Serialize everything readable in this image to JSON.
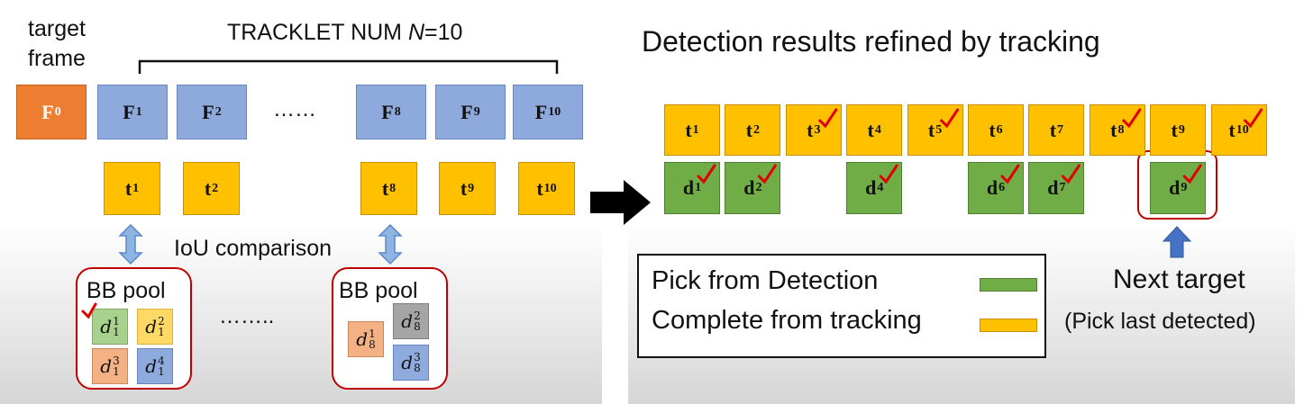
{
  "left": {
    "target_label_line1": "target",
    "target_label_line2": "frame",
    "tracklet_label_prefix": "TRACKLET NUM ",
    "tracklet_label_var": "N",
    "tracklet_label_value": "=10",
    "frames": [
      {
        "main": "F",
        "sub": "1"
      },
      {
        "main": "F",
        "sub": "2"
      },
      {
        "main": "F",
        "sub": "8"
      },
      {
        "main": "F",
        "sub": "9"
      },
      {
        "main": "F",
        "sub": "10"
      }
    ],
    "target_frame": {
      "main": "F",
      "sub": "0"
    },
    "frame_ellipsis": "……",
    "tracklets": [
      {
        "main": "t",
        "sub": "1"
      },
      {
        "main": "t",
        "sub": "2"
      },
      {
        "main": "t",
        "sub": "8"
      },
      {
        "main": "t",
        "sub": "9"
      },
      {
        "main": "t",
        "sub": "10"
      }
    ],
    "iou_label": "IoU comparison",
    "pool_ellipsis": "……..",
    "pool1": {
      "title": "BB pool",
      "items": [
        {
          "base": "d",
          "sup": "1",
          "sub": "1",
          "color": "green",
          "checked": true
        },
        {
          "base": "d",
          "sup": "2",
          "sub": "1",
          "color": "yellow"
        },
        {
          "base": "d",
          "sup": "3",
          "sub": "1",
          "color": "salmon"
        },
        {
          "base": "d",
          "sup": "4",
          "sub": "1",
          "color": "blue"
        }
      ]
    },
    "pool2": {
      "title": "BB pool",
      "items": [
        {
          "base": "d",
          "sup": "1",
          "sub": "8",
          "color": "salmon"
        },
        {
          "base": "d",
          "sup": "2",
          "sub": "8",
          "color": "gray"
        },
        {
          "base": "d",
          "sup": "3",
          "sub": "8",
          "color": "blue"
        }
      ]
    }
  },
  "right": {
    "title": "Detection results refined by tracking",
    "tracklets": [
      {
        "main": "t",
        "sub": "1",
        "checked": false
      },
      {
        "main": "t",
        "sub": "2",
        "checked": false
      },
      {
        "main": "t",
        "sub": "3",
        "checked": true
      },
      {
        "main": "t",
        "sub": "4",
        "checked": false
      },
      {
        "main": "t",
        "sub": "5",
        "checked": true
      },
      {
        "main": "t",
        "sub": "6",
        "checked": false
      },
      {
        "main": "t",
        "sub": "7",
        "checked": false
      },
      {
        "main": "t",
        "sub": "8",
        "checked": true
      },
      {
        "main": "t",
        "sub": "9",
        "checked": false
      },
      {
        "main": "t",
        "sub": "10",
        "checked": true
      }
    ],
    "detections": [
      {
        "main": "d",
        "sub": "1",
        "slot": 0
      },
      {
        "main": "d",
        "sub": "2",
        "slot": 1
      },
      {
        "main": "d",
        "sub": "4",
        "slot": 3
      },
      {
        "main": "d",
        "sub": "6",
        "slot": 5
      },
      {
        "main": "d",
        "sub": "7",
        "slot": 6
      },
      {
        "main": "d",
        "sub": "9",
        "slot": 8
      }
    ],
    "legend": {
      "pick_label": "Pick from Detection",
      "complete_label": "Complete from tracking"
    },
    "next_target_label": "Next target",
    "next_target_note": "(Pick last detected)"
  },
  "colors": {
    "frame_blue": "#8ea9db",
    "target_orange": "#ed7d31",
    "tracklet_yellow": "#ffc000",
    "detection_green": "#70ad47",
    "highlight_red": "#c00000",
    "check_red": "#e00000",
    "arrow_blue": "#4472c4"
  }
}
